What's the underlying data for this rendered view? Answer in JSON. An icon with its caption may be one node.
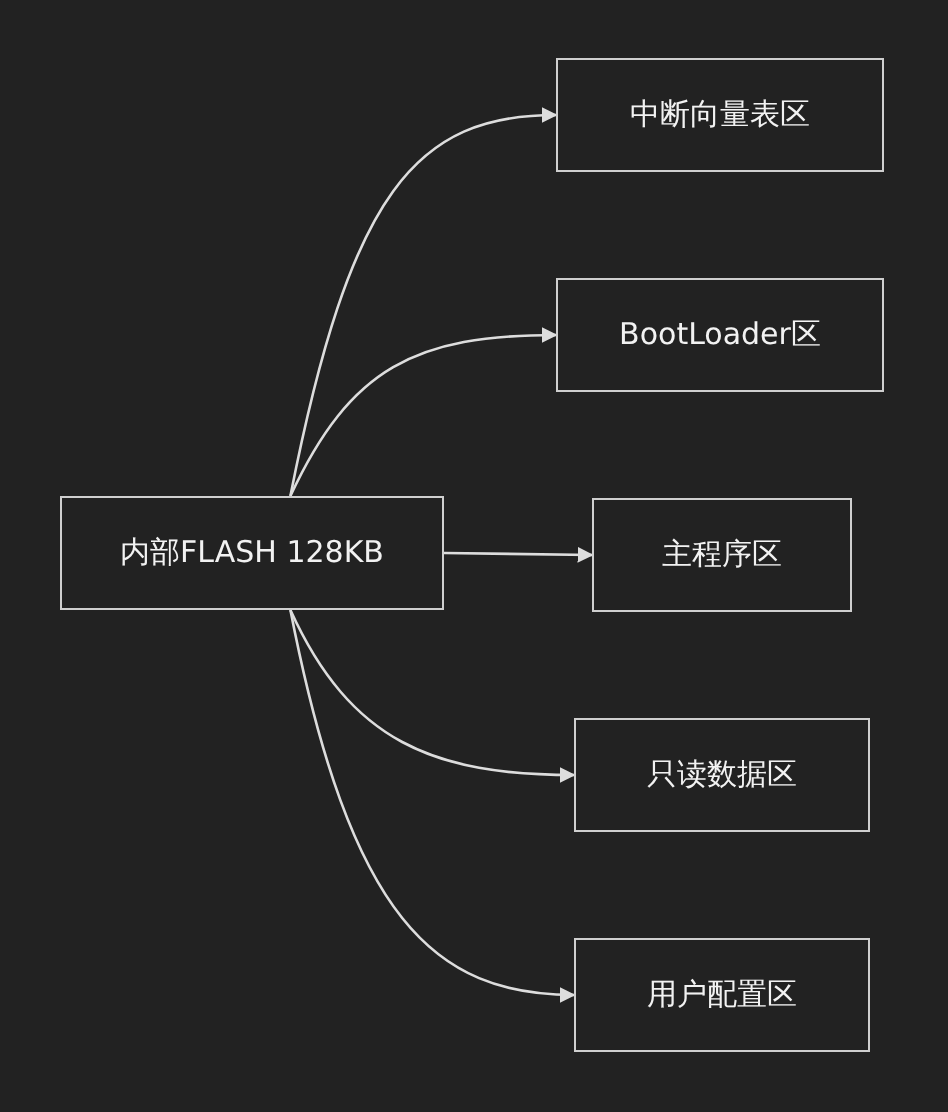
{
  "diagram": {
    "nodes": [
      {
        "text": [
          "内部FLASH 128KB"
        ]
      },
      {
        "text": [
          "中断向量表区"
        ]
      },
      {
        "text": [
          "BootLoader区"
        ]
      },
      {
        "text": [
          "主程序区"
        ]
      },
      {
        "text": [
          "只读数据区"
        ]
      },
      {
        "text": [
          "用户配置区"
        ]
      }
    ],
    "edges": [
      {
        "from": 0,
        "to": 1,
        "arrow": "to"
      },
      {
        "from": 0,
        "to": 2,
        "arrow": "to"
      },
      {
        "from": 0,
        "to": 3,
        "arrow": "to"
      },
      {
        "from": 0,
        "to": 4,
        "arrow": "to"
      },
      {
        "from": 0,
        "to": 5,
        "arrow": "to"
      }
    ]
  }
}
